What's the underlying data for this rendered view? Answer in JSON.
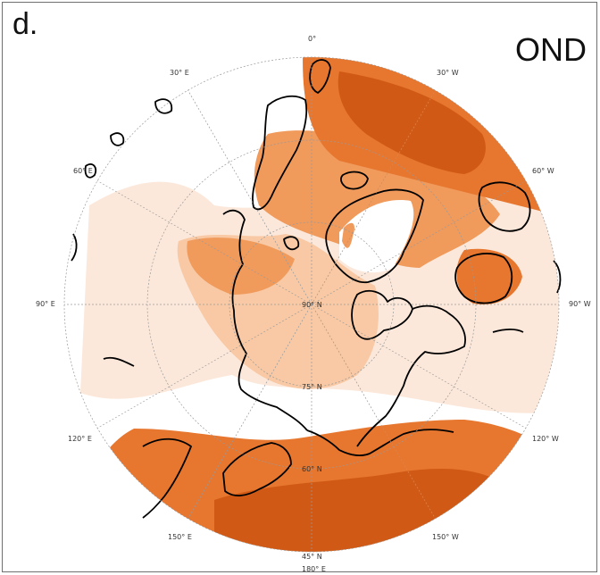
{
  "panel": {
    "label": "d.",
    "season": "OND"
  },
  "colors": {
    "lightest": "#fce8da",
    "light": "#f8c9a4",
    "medium": "#f09a5c",
    "strong": "#e7762e",
    "darkest": "#d05a15",
    "coastline": "#000000",
    "grid": "#9a9a9a"
  },
  "map": {
    "projection": "north-polar-stereographic",
    "center_label": "90° N",
    "latitude_labels": [
      "75° N",
      "60° N",
      "45° N"
    ],
    "longitude_labels": [
      {
        "id": "0",
        "text": "0°"
      },
      {
        "id": "30w",
        "text": "30° W"
      },
      {
        "id": "60w",
        "text": "60° W"
      },
      {
        "id": "90w",
        "text": "90° W"
      },
      {
        "id": "120w",
        "text": "120° W"
      },
      {
        "id": "150w",
        "text": "150° W"
      },
      {
        "id": "180",
        "text": "180° E"
      },
      {
        "id": "150e",
        "text": "150° E"
      },
      {
        "id": "120e",
        "text": "120° E"
      },
      {
        "id": "90e",
        "text": "90° E"
      },
      {
        "id": "60e",
        "text": "60° E"
      },
      {
        "id": "30e",
        "text": "30° E"
      }
    ]
  }
}
